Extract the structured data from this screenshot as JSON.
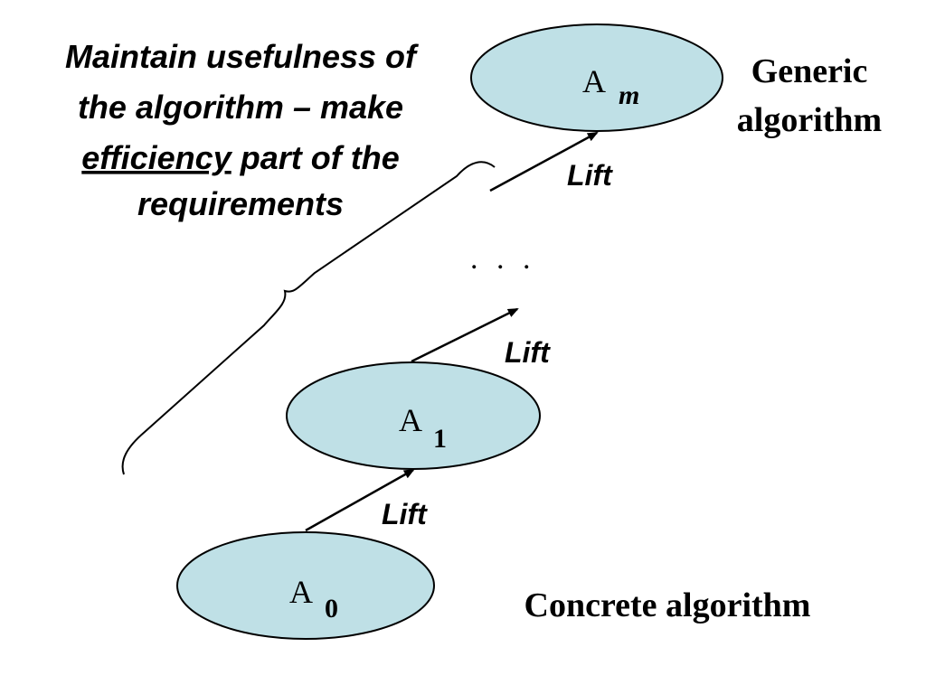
{
  "note": {
    "line1": "Maintain usefulness of",
    "line2": "the algorithm – make",
    "line3_underlined": "efficiency",
    "line3_rest": " part of the",
    "line4": "requirements"
  },
  "nodes": {
    "top": {
      "letter": "A",
      "sub": "m"
    },
    "middle": {
      "letter": "A",
      "sub": "1"
    },
    "bottom": {
      "letter": "A",
      "sub": "0"
    }
  },
  "labels": {
    "generic_line1": "Generic",
    "generic_line2": "algorithm",
    "concrete": "Concrete algorithm",
    "ellipsis": ". . ."
  },
  "lifts": {
    "lift_top": "Lift",
    "lift_middle": "Lift",
    "lift_bottom": "Lift"
  },
  "colors": {
    "node_fill": "#bfe0e6",
    "stroke": "#000000"
  }
}
